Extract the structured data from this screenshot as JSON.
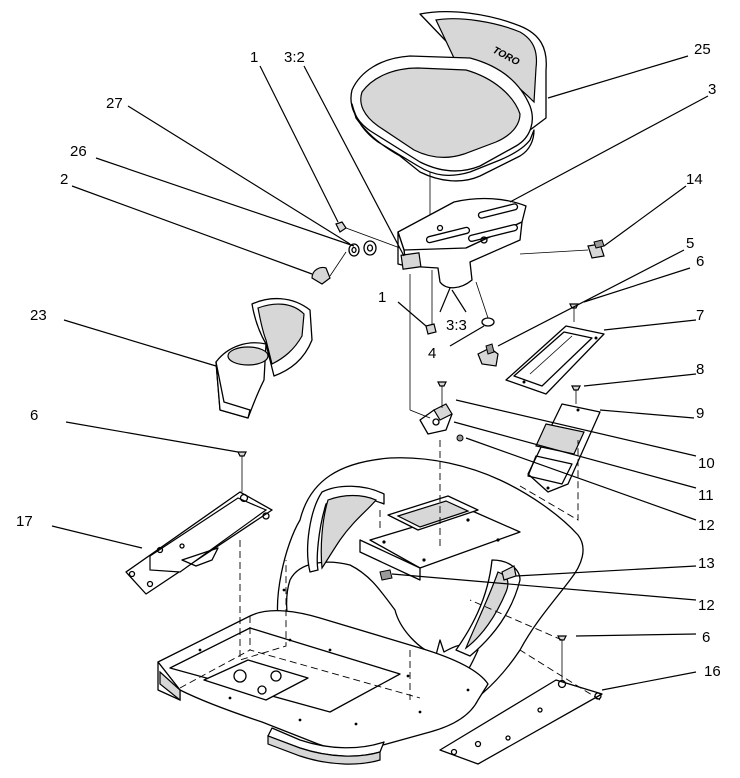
{
  "diagram": {
    "seat_logo": "TORO",
    "callouts": [
      {
        "id": "c25",
        "text": "25"
      },
      {
        "id": "c3a",
        "text": "3"
      },
      {
        "id": "c14",
        "text": "14"
      },
      {
        "id": "c5",
        "text": "5"
      },
      {
        "id": "c6a",
        "text": "6"
      },
      {
        "id": "c7",
        "text": "7"
      },
      {
        "id": "c8",
        "text": "8"
      },
      {
        "id": "c9",
        "text": "9"
      },
      {
        "id": "c10",
        "text": "10"
      },
      {
        "id": "c11",
        "text": "11"
      },
      {
        "id": "c12a",
        "text": "12"
      },
      {
        "id": "c13",
        "text": "13"
      },
      {
        "id": "c12b",
        "text": "12"
      },
      {
        "id": "c6c",
        "text": "6"
      },
      {
        "id": "c16",
        "text": "16"
      },
      {
        "id": "c1a",
        "text": "1"
      },
      {
        "id": "c32",
        "text": "3:2"
      },
      {
        "id": "c27",
        "text": "27"
      },
      {
        "id": "c26",
        "text": "26"
      },
      {
        "id": "c2",
        "text": "2"
      },
      {
        "id": "c23",
        "text": "23"
      },
      {
        "id": "c1b",
        "text": "1"
      },
      {
        "id": "c33",
        "text": "3:3"
      },
      {
        "id": "c4",
        "text": "4"
      },
      {
        "id": "c6b",
        "text": "6"
      },
      {
        "id": "c17",
        "text": "17"
      }
    ]
  }
}
